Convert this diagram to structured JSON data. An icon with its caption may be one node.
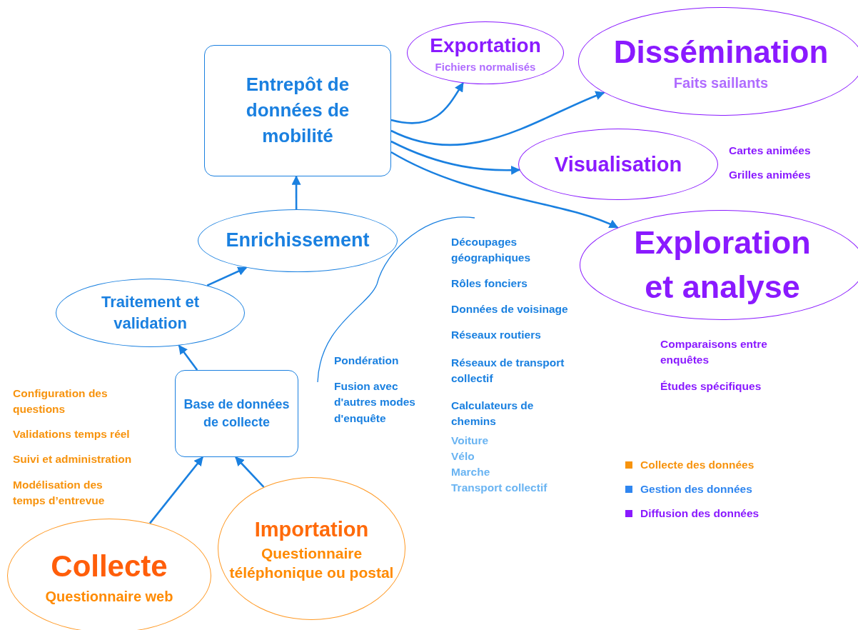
{
  "diagram": {
    "nodes": [
      {
        "text": [
          "Collecte",
          "Questionnaire web"
        ]
      },
      {
        "text": [
          "Importation",
          "Questionnaire téléphonique ou postal"
        ]
      },
      {
        "text": [
          "Base de données de collecte"
        ]
      },
      {
        "text": [
          "Traitement et validation"
        ]
      },
      {
        "text": [
          "Enrichissement"
        ]
      },
      {
        "text": [
          "Entrepôt de données de mobilité"
        ]
      },
      {
        "text": [
          "Exportation",
          "Fichiers normalisés"
        ]
      },
      {
        "text": [
          "Dissémination",
          "Faits saillants"
        ]
      },
      {
        "text": [
          "Visualisation"
        ],
        "beside": [
          "Cartes animées",
          "Grilles animées"
        ]
      },
      {
        "text": [
          "Exploration et analyse"
        ],
        "beside": [
          "Comparaisons entre enquêtes",
          "Études spécifiques"
        ]
      }
    ],
    "edges": [
      {
        "from": 0,
        "to": 2,
        "arrow": "to"
      },
      {
        "from": 1,
        "to": 2,
        "arrow": "to"
      },
      {
        "from": 2,
        "to": 3,
        "arrow": "to"
      },
      {
        "from": 3,
        "to": 4,
        "arrow": "to"
      },
      {
        "from": 4,
        "to": 5,
        "arrow": "to"
      },
      {
        "from": 5,
        "to": 6,
        "arrow": "to"
      },
      {
        "from": 5,
        "to": 7,
        "arrow": "to"
      },
      {
        "from": 5,
        "to": 8,
        "arrow": "to"
      },
      {
        "from": 5,
        "to": 9,
        "arrow": "to"
      }
    ],
    "labels": [
      "Configuration des questions",
      "Validations temps réel",
      "Suivi et administration",
      "Modélisation des temps d’entrevue",
      "Découpages géographiques",
      "Rôles fonciers",
      "Données de voisinage",
      "Réseaux routiers",
      "Réseaux de transport collectif",
      "Calculateurs de chemins",
      "Voiture",
      "Vélo",
      "Marche",
      "Transport collectif",
      "Pondération",
      "Fusion avec d'autres modes d'enquête"
    ],
    "legend": [
      {
        "text": "Collecte des données",
        "color": "#f7930e"
      },
      {
        "text": "Gestion des données",
        "color": "#2f86f0"
      },
      {
        "text": "Diffusion des données",
        "color": "#8a1aff"
      }
    ]
  }
}
